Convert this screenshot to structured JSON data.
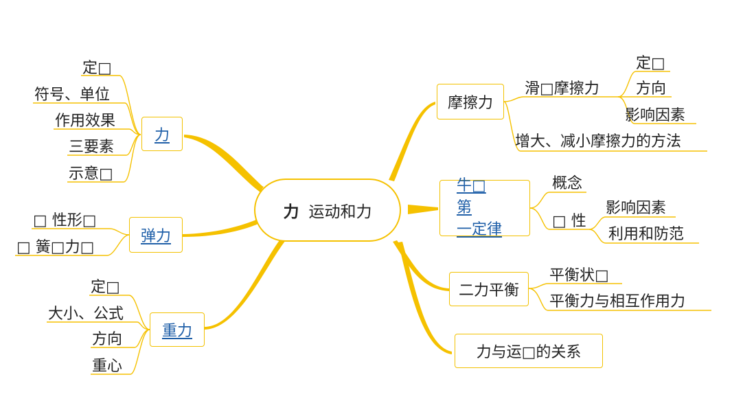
{
  "colors": {
    "branch": "#f5c100",
    "link_text": "#1f5fa8"
  },
  "center": {
    "bold": "力",
    "title": "运动和力"
  },
  "left": {
    "force": {
      "label": "力",
      "items": [
        "定□",
        "符号、单位",
        "作用效果",
        "三要素",
        "示意□"
      ]
    },
    "elastic": {
      "label": "弹力",
      "items": [
        "□ 性形□",
        "□ 簧□力□"
      ]
    },
    "gravity": {
      "label": "重力",
      "items": [
        "定□",
        "大小、公式",
        "方向",
        "重心"
      ]
    }
  },
  "right": {
    "friction": {
      "label": "摩擦力",
      "sliding": "滑□摩擦力",
      "sliding_items": [
        "定□",
        "方向",
        "影响因素"
      ],
      "method": "增大、减小摩擦力的方法"
    },
    "newton": {
      "lines": [
        "牛□",
        "第",
        "一定律"
      ],
      "concept": "概念",
      "inertia": "□ 性",
      "inertia_items": [
        "影响因素",
        "利用和防范"
      ]
    },
    "balance": {
      "label": "二力平衡",
      "items": [
        "平衡状□",
        "平衡力与相互作用力"
      ]
    },
    "motion": {
      "label": "力与运□的关系"
    }
  }
}
